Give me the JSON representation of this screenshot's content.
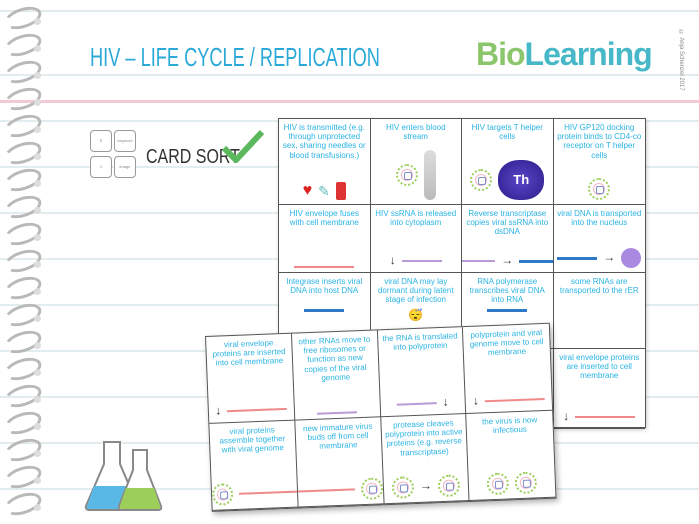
{
  "header": {
    "title": "HIV – LIFE CYCLE / REPLICATION",
    "logo": "BioLearning",
    "copyright": "© Anja Schenzel 2017"
  },
  "badge": {
    "label": "CARD SORT",
    "mini_cards": [
      "keyword",
      "image"
    ]
  },
  "back_sheet": {
    "cells": [
      "HIV is transmitted (e.g. through unprotected sex, sharing needles or blood transfusions.)",
      "HIV enters blood stream",
      "HIV targets T helper cells",
      "HIV GP120 docking protein binds to CD4-co receptor on T helper cells",
      "HIV envelope fuses with cell membrane",
      "HIV ssRNA is released into cytoplasm",
      "Reverse transcriptase copies viral ssRNA into dsDNA",
      "viral DNA is transported into the nucleus",
      "Integrase inserts viral DNA into host DNA",
      "viral DNA may lay dormant during latent stage of infection",
      "RNA polymerase transcribes viral DNA into RNA",
      "some RNAs are transported to the rER",
      "",
      "",
      "",
      "viral envelope proteins are inserted to cell membrane"
    ]
  },
  "front_sheet": {
    "cells": [
      "viral envelope proteins are inserted into cell membrane",
      "other RNAs move to free ribosomes or function as new copies of the viral genome",
      "the RNA is translated into polyprotein",
      "polyprotein and viral genome move to cell membrane",
      "viral proteins assemble together with viral genome",
      "new immature virus buds off from cell membrane",
      "protease cleaves polyprotein into active proteins (e.g. reverse transcriptase)",
      "the virus is now infectious"
    ]
  },
  "th_label": "Th",
  "colors": {
    "title": "#2aa9d9",
    "card_text": "#2ab3e4",
    "check": "#5cb85c",
    "pink_rule": "#f3c9d3"
  }
}
